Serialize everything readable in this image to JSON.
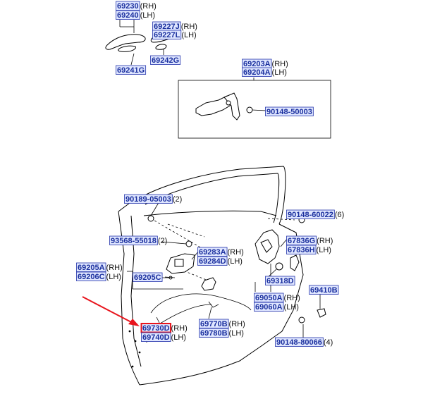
{
  "colors": {
    "part_number_text": "#1a2f9e",
    "part_number_box": "#dfe6ff",
    "highlight_box": "#e8141c",
    "callout_arrow": "#e8141c"
  },
  "labels": [
    {
      "id": "pn-69230",
      "number": "69230",
      "suffix": "(RH)"
    },
    {
      "id": "pn-69240",
      "number": "69240",
      "suffix": "(LH)"
    },
    {
      "id": "pn-69227J",
      "number": "69227J",
      "suffix": "(RH)"
    },
    {
      "id": "pn-69227L",
      "number": "69227L",
      "suffix": "(LH)"
    },
    {
      "id": "pn-69241G",
      "number": "69241G",
      "suffix": ""
    },
    {
      "id": "pn-69242G",
      "number": "69242G",
      "suffix": ""
    },
    {
      "id": "pn-69203A",
      "number": "69203A",
      "suffix": "(RH)"
    },
    {
      "id": "pn-69204A",
      "number": "69204A",
      "suffix": "(LH)"
    },
    {
      "id": "pn-90148-50003",
      "number": "90148-50003",
      "suffix": ""
    },
    {
      "id": "pn-90189-05003",
      "number": "90189-05003",
      "suffix": "(2)"
    },
    {
      "id": "pn-90148-60022",
      "number": "90148-60022",
      "suffix": "(6)"
    },
    {
      "id": "pn-93568-55018",
      "number": "93568-55018",
      "suffix": "(2)"
    },
    {
      "id": "pn-67836G",
      "number": "67836G",
      "suffix": "(RH)"
    },
    {
      "id": "pn-67836H",
      "number": "67836H",
      "suffix": "(LH)"
    },
    {
      "id": "pn-69283A",
      "number": "69283A",
      "suffix": "(RH)"
    },
    {
      "id": "pn-69284D",
      "number": "69284D",
      "suffix": "(LH)"
    },
    {
      "id": "pn-69205A",
      "number": "69205A",
      "suffix": "(RH)"
    },
    {
      "id": "pn-69206C",
      "number": "69206C",
      "suffix": "(LH)"
    },
    {
      "id": "pn-69205C",
      "number": "69205C",
      "suffix": ""
    },
    {
      "id": "pn-69318D",
      "number": "69318D",
      "suffix": ""
    },
    {
      "id": "pn-69410B",
      "number": "69410B",
      "suffix": ""
    },
    {
      "id": "pn-69050A",
      "number": "69050A",
      "suffix": "(RH)"
    },
    {
      "id": "pn-69060A",
      "number": "69060A",
      "suffix": "(LH)"
    },
    {
      "id": "pn-69770B",
      "number": "69770B",
      "suffix": "(RH)"
    },
    {
      "id": "pn-69780B",
      "number": "69780B",
      "suffix": "(LH)"
    },
    {
      "id": "pn-69730D",
      "number": "69730D",
      "suffix": "(RH)"
    },
    {
      "id": "pn-69740D",
      "number": "69740D",
      "suffix": "(LH)"
    },
    {
      "id": "pn-90148-80066",
      "number": "90148-80066",
      "suffix": "(4)"
    }
  ],
  "highlighted_part": "69730D"
}
